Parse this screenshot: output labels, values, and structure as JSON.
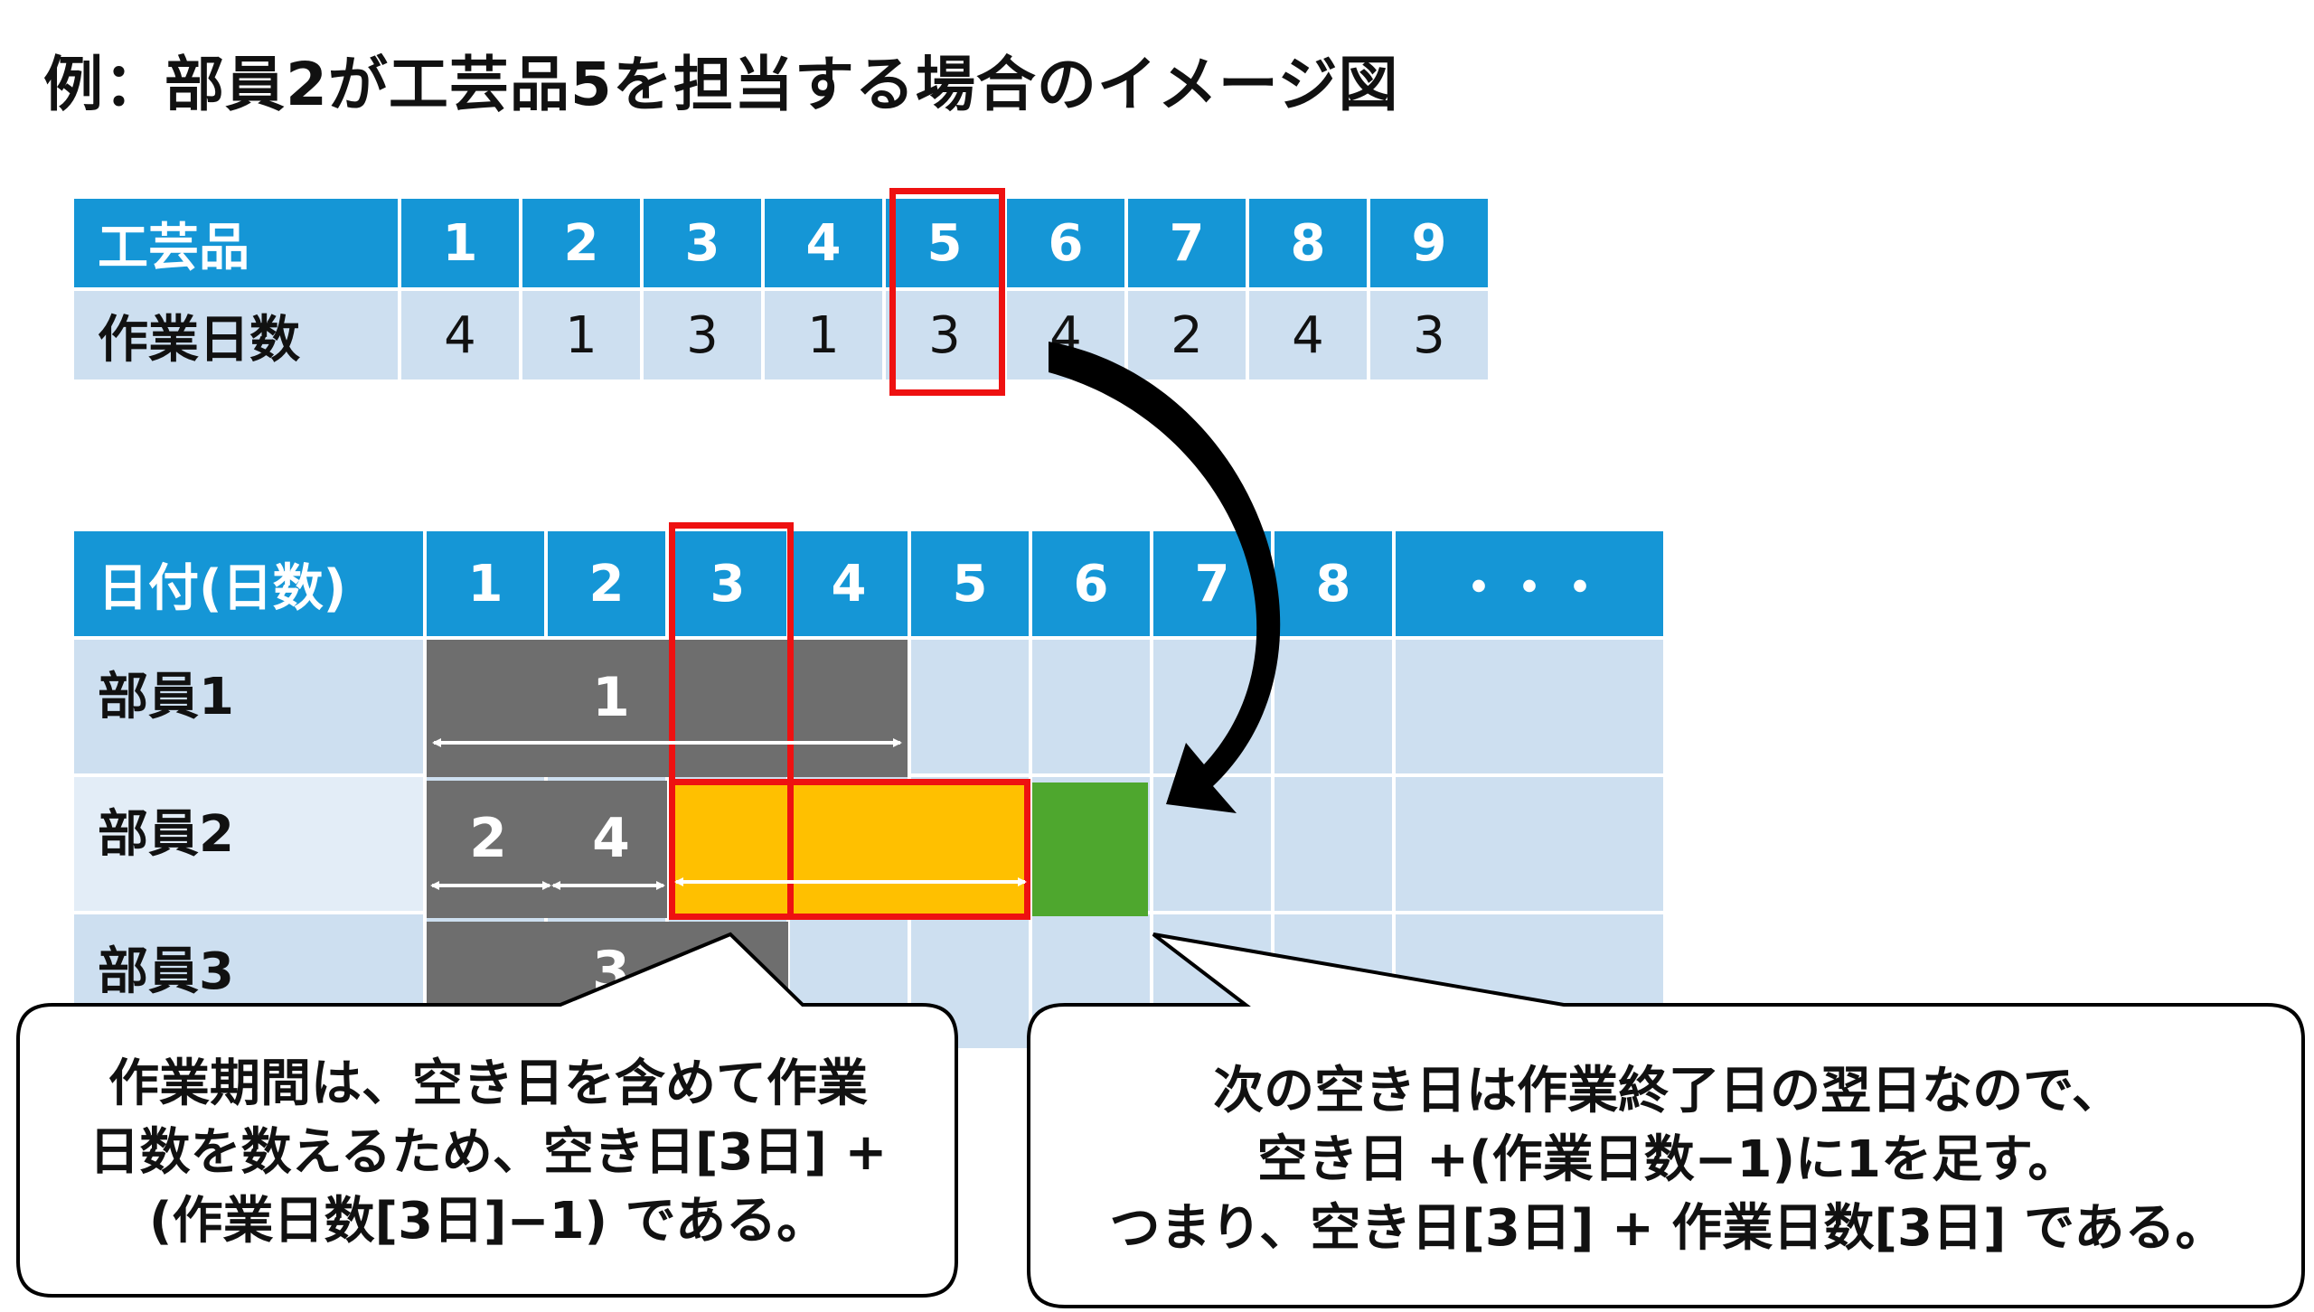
{
  "title": "例：部員2が工芸品5を担当する場合のイメージ図",
  "table1": {
    "row1_label": "工芸品",
    "row2_label": "作業日数",
    "items": [
      "1",
      "2",
      "3",
      "4",
      "5",
      "6",
      "7",
      "8",
      "9"
    ],
    "days": [
      "4",
      "1",
      "3",
      "1",
      "3",
      "4",
      "2",
      "4",
      "3"
    ]
  },
  "table2": {
    "header_label": "日付(日数)",
    "dates": [
      "1",
      "2",
      "3",
      "4",
      "5",
      "6",
      "7",
      "8",
      "・・・"
    ],
    "members": [
      "部員1",
      "部員2",
      "部員3"
    ],
    "block_labels": {
      "m1": "1",
      "m2a": "2",
      "m2b": "4",
      "m3": "3"
    }
  },
  "callout_left": [
    "作業期間は、空き日を含めて作業",
    "日数を数えるため、空き日[3日] +",
    "(作業日数[3日]−1) である。"
  ],
  "callout_right": [
    "次の空き日は作業終了日の翌日なので、",
    "空き日 +(作業日数−1)に1を足す。",
    "つまり、空き日[3日] + 作業日数[3日] である。"
  ],
  "colors": {
    "header": "#1596d6",
    "row": "#cddff0",
    "row_alt": "#e3edf7",
    "busy": "#6e6e6e",
    "assigned": "#ffc000",
    "next_free": "#4ea72e",
    "highlight": "#ee1111"
  }
}
